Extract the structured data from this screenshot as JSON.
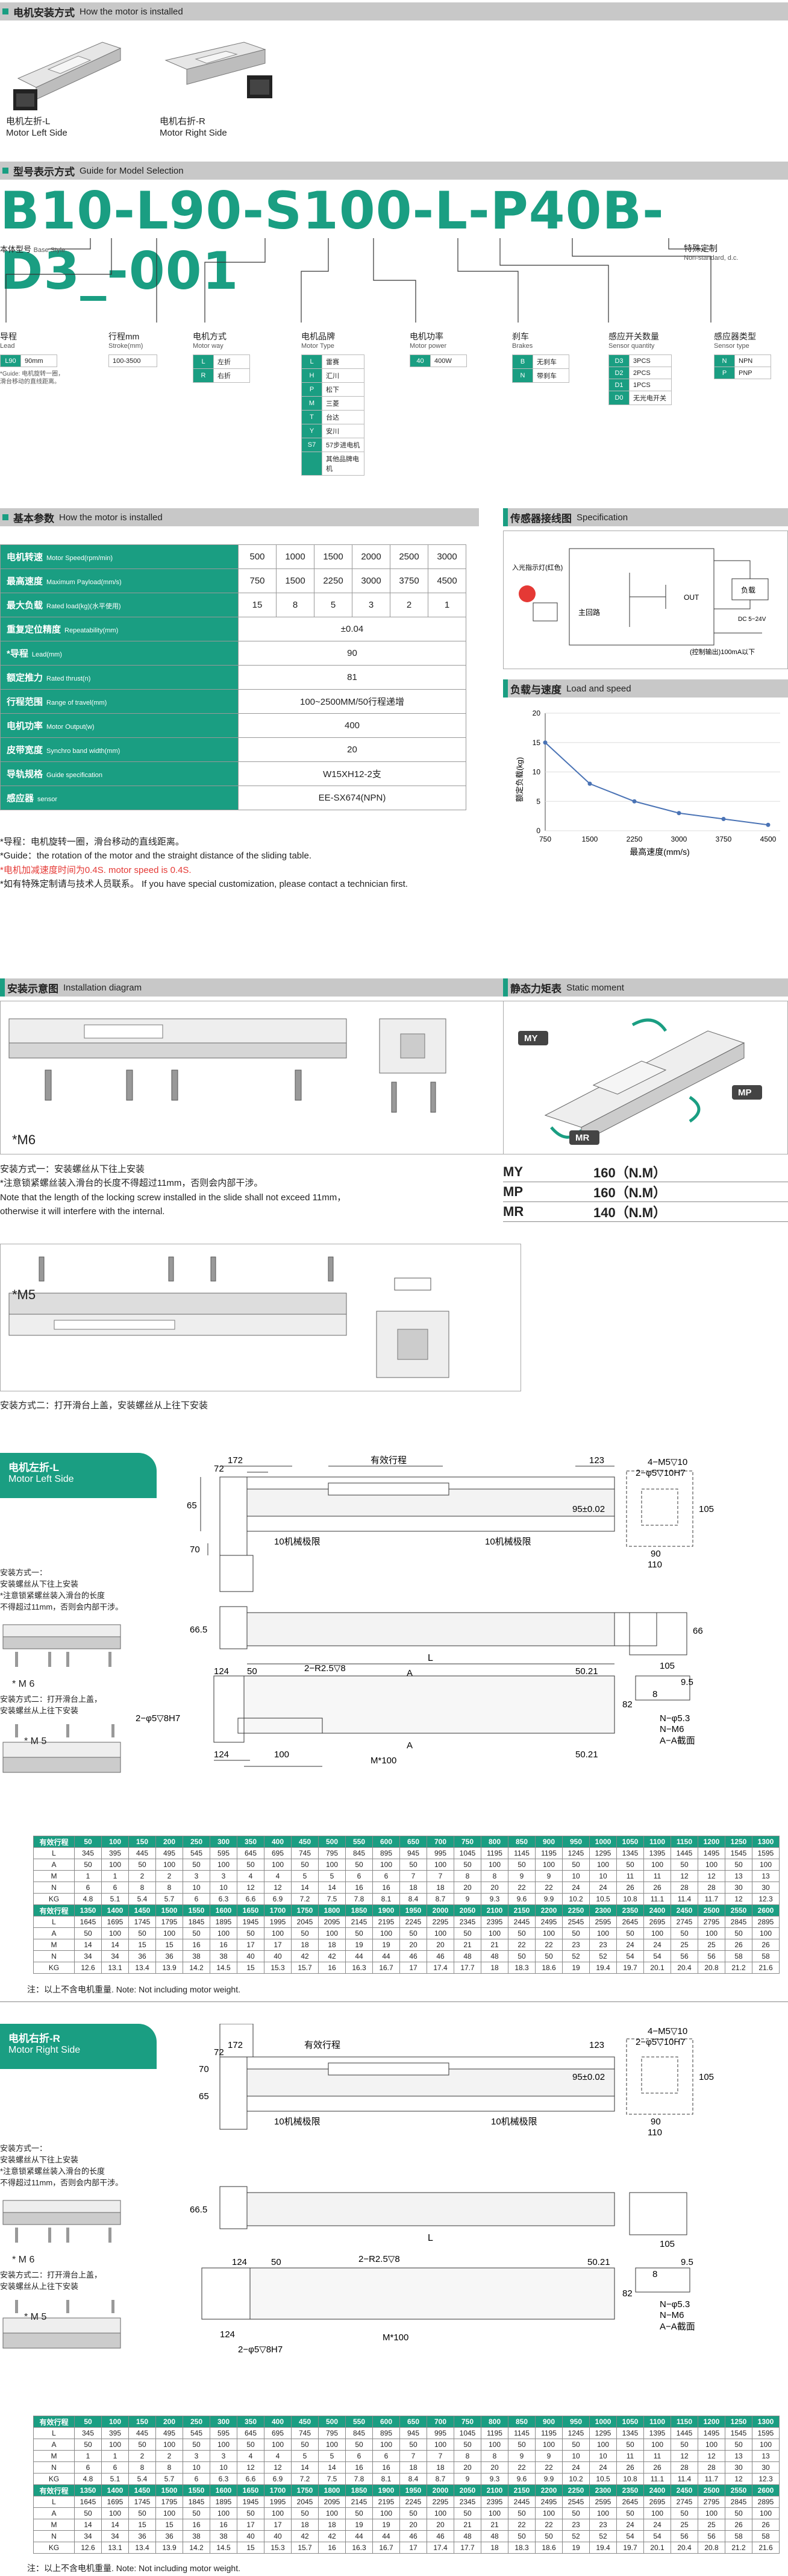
{
  "colors": {
    "accent": "#1a9e82",
    "header_bg": "#c8c8c8",
    "red": "#e53935"
  },
  "sec1": {
    "title_cn": "电机安装方式",
    "title_en": "How the motor is installed",
    "left_cn": "电机左折-L",
    "left_en": "Motor Left Side",
    "right_cn": "电机右折-R",
    "right_en": "Motor Right Side"
  },
  "sec2": {
    "title_cn": "型号表示方式",
    "title_en": "Guide for Model Selection",
    "model": "B10-L90-S100-L-P40B-D3_-001",
    "base_cn": "本体型号",
    "base_en": "Base Style",
    "special_cn": "特殊定制",
    "special_en": "Non-standard, d.c.",
    "lead_cn": "导程",
    "lead_en": "Lead",
    "lead_opts": [
      [
        "L90",
        "90mm"
      ]
    ],
    "lead_note": "*Guide: 电机旋转一圈，滑台移动的直线距离。",
    "stroke_cn": "行程mm",
    "stroke_en": "Stroke(mm)",
    "stroke_opt": "100-3500",
    "way_cn": "电机方式",
    "way_en": "Motor way",
    "way_opts": [
      [
        "L",
        "左折"
      ],
      [
        "R",
        "右折"
      ]
    ],
    "type_cn": "电机品牌",
    "type_en": "Motor Type",
    "type_opts": [
      [
        "L",
        "雷赛"
      ],
      [
        "H",
        "汇川"
      ],
      [
        "P",
        "松下"
      ],
      [
        "M",
        "三菱"
      ],
      [
        "T",
        "台达"
      ],
      [
        "Y",
        "安川"
      ],
      [
        "S7",
        "57步进电机"
      ],
      [
        "",
        "其他品牌电机"
      ]
    ],
    "power_cn": "电机功率",
    "power_en": "Motor power",
    "power_opts": [
      [
        "40",
        "400W"
      ]
    ],
    "brake_cn": "刹车",
    "brake_en": "Brakes",
    "brake_opts": [
      [
        "B",
        "无刹车"
      ],
      [
        "N",
        "带刹车"
      ]
    ],
    "sq_cn": "感应开关数量",
    "sq_en": "Sensor quantity",
    "sq_opts": [
      [
        "D3",
        "3PCS"
      ],
      [
        "D2",
        "2PCS"
      ],
      [
        "D1",
        "1PCS"
      ],
      [
        "D0",
        "无光电开关"
      ]
    ],
    "st_cn": "感应器类型",
    "st_en": "Sensor type",
    "st_opts": [
      [
        "N",
        "NPN"
      ],
      [
        "P",
        "PNP"
      ]
    ]
  },
  "sec3": {
    "title_cn": "基本参数",
    "title_en": "How the motor is installed",
    "rows": [
      {
        "k": "电机转速",
        "e": "Motor Speed(rpm/min)",
        "v": [
          "500",
          "1000",
          "1500",
          "2000",
          "2500",
          "3000"
        ]
      },
      {
        "k": "最高速度",
        "e": "Maximum Payload(mm/s)",
        "v": [
          "750",
          "1500",
          "2250",
          "3000",
          "3750",
          "4500"
        ]
      },
      {
        "k": "最大负载",
        "e": "Rated load(kg)(水平使用)",
        "v": [
          "15",
          "8",
          "5",
          "3",
          "2",
          "1"
        ]
      },
      {
        "k": "重复定位精度",
        "e": "Repeatability(mm)",
        "span": "±0.04"
      },
      {
        "k": "*导程",
        "e": "Lead(mm)",
        "span": "90"
      },
      {
        "k": "额定推力",
        "e": "Rated thrust(n)",
        "span": "81"
      },
      {
        "k": "行程范围",
        "e": "Range of travel(mm)",
        "span": "100~2500MM/50行程递增"
      },
      {
        "k": "电机功率",
        "e": "Motor Output(w)",
        "span": "400"
      },
      {
        "k": "皮带宽度",
        "e": "Synchro band width(mm)",
        "span": "20"
      },
      {
        "k": "导轨规格",
        "e": "Guide specification",
        "span": "W15XH12-2支"
      },
      {
        "k": "感应器",
        "e": "sensor",
        "span": "EE-SX674(NPN)"
      }
    ],
    "note1": "*导程：电机旋转一圈，滑台移动的直线距离。",
    "note2": "*Guide：the rotation of the motor and the straight distance of the sliding table.",
    "note3": "*电机加减速度时间为0.4S.  motor speed is 0.4S.",
    "note4": "*如有特殊定制请与技术人员联系。 If you have special customization, please contact a technician first."
  },
  "sensor": {
    "title_cn": "传感器接线图",
    "title_en": "Specification",
    "led": "入光指示灯(红色)",
    "main": "主回路",
    "load": "负载",
    "out": "OUT",
    "dc": "DC 5~24V",
    "ctrl": "(控制输出)100mA以下"
  },
  "load": {
    "title_cn": "负载与速度",
    "title_en": "Load and speed"
  },
  "chart_data": {
    "type": "line",
    "x": [
      750,
      1500,
      2250,
      3000,
      3750,
      4500
    ],
    "y": [
      15,
      8,
      5,
      3,
      2,
      1
    ],
    "xlabel": "最高速度(mm/s)",
    "ylabel": "额定负载(kg)",
    "yticks": [
      0,
      5,
      10,
      15,
      20
    ],
    "ylim": [
      0,
      20
    ],
    "xlim": [
      750,
      4500
    ],
    "color": "#4a73b5"
  },
  "install": {
    "title_cn": "安装示意图",
    "title_en": "Installation diagram",
    "m6": "*M6",
    "m5": "*M5",
    "n1": "安装方式一：安装螺丝从下往上安装",
    "n2": "*注意锁紧螺丝装入滑台的长度不得超过11mm，否则会内部干涉。",
    "n3": "Note that the length of the locking screw installed in the slide shall not exceed 11mm，",
    "n4": "otherwise it will interfere with the internal.",
    "n5": "安装方式二：打开滑台上盖，安装螺丝从上往下安装"
  },
  "moment": {
    "title_cn": "静态力矩表",
    "title_en": "Static moment",
    "rows": [
      [
        "MY",
        "160（N.M）"
      ],
      [
        "MP",
        "160（N.M）"
      ],
      [
        "MR",
        "140（N.M）"
      ]
    ]
  },
  "left": {
    "t1": "电机左折-L",
    "t2": "Motor Left Side",
    "note": "注：以上不含电机重量. Note: Not including motor weight."
  },
  "right": {
    "t1": "电机右折-R",
    "t2": "Motor Right Side",
    "note": "注：以上不含电机重量. Note: Not including motor weight."
  },
  "side": {
    "a1": "安装方式一：",
    "a2": "安装螺丝从下往上安装",
    "a3": "*注意锁紧螺丝装入滑台的长度",
    "a4": "不得超过11mm，否则会内部干涉。",
    "b1": "安装方式二：打开滑台上盖，",
    "b2": "安装螺丝从上往下安装",
    "m6": "* M 6",
    "m5": "* M 5"
  },
  "dims": {
    "stroke": "有效行程",
    "d172": "172",
    "d72": "72",
    "d123": "123",
    "d65": "65",
    "d70": "70",
    "lim": "10机械极限",
    "holes1": "4−M5▽10",
    "holes2": "2−φ5▽10H7",
    "d95": "95±0.02",
    "d105": "105",
    "d90": "90",
    "d110": "110",
    "d66": "66.5",
    "d66r": "66",
    "L": "L",
    "d124": "124",
    "d50": "50",
    "r25": "2−R2.5▽8",
    "aa": "A",
    "d5021": "50.21",
    "d82": "82",
    "d8h7": "2−φ5▽8H7",
    "d100": "100",
    "m100": "M*100",
    "d95s": "9.5",
    "d8": "8",
    "n53": "N−φ5.3",
    "nm6": "N−M6",
    "sect": "A−A截面"
  },
  "dt": {
    "labels": [
      "有效行程",
      "L",
      "A",
      "M",
      "N",
      "KG"
    ],
    "r1": {
      "s": [
        "50",
        "100",
        "150",
        "200",
        "250",
        "300",
        "350",
        "400",
        "450",
        "500",
        "550",
        "600",
        "650",
        "700",
        "750",
        "800",
        "850",
        "900",
        "950",
        "1000",
        "1050",
        "1100",
        "1150",
        "1200",
        "1250",
        "1300"
      ],
      "L": [
        "345",
        "395",
        "445",
        "495",
        "545",
        "595",
        "645",
        "695",
        "745",
        "795",
        "845",
        "895",
        "945",
        "995",
        "1045",
        "1195",
        "1145",
        "1195",
        "1245",
        "1295",
        "1345",
        "1395",
        "1445",
        "1495",
        "1545",
        "1595"
      ],
      "A": [
        "50",
        "100",
        "50",
        "100",
        "50",
        "100",
        "50",
        "100",
        "50",
        "100",
        "50",
        "100",
        "50",
        "100",
        "50",
        "100",
        "50",
        "100",
        "50",
        "100",
        "50",
        "100",
        "50",
        "100",
        "50",
        "100"
      ],
      "M": [
        "1",
        "1",
        "2",
        "2",
        "3",
        "3",
        "4",
        "4",
        "5",
        "5",
        "6",
        "6",
        "7",
        "7",
        "8",
        "8",
        "9",
        "9",
        "10",
        "10",
        "11",
        "11",
        "12",
        "12",
        "13",
        "13"
      ],
      "N": [
        "6",
        "6",
        "8",
        "8",
        "10",
        "10",
        "12",
        "12",
        "14",
        "14",
        "16",
        "16",
        "18",
        "18",
        "20",
        "20",
        "22",
        "22",
        "24",
        "24",
        "26",
        "26",
        "28",
        "28",
        "30",
        "30"
      ],
      "KG": [
        "4.8",
        "5.1",
        "5.4",
        "5.7",
        "6",
        "6.3",
        "6.6",
        "6.9",
        "7.2",
        "7.5",
        "7.8",
        "8.1",
        "8.4",
        "8.7",
        "9",
        "9.3",
        "9.6",
        "9.9",
        "10.2",
        "10.5",
        "10.8",
        "11.1",
        "11.4",
        "11.7",
        "12",
        "12.3"
      ]
    },
    "r2": {
      "s": [
        "1350",
        "1400",
        "1450",
        "1500",
        "1550",
        "1600",
        "1650",
        "1700",
        "1750",
        "1800",
        "1850",
        "1900",
        "1950",
        "2000",
        "2050",
        "2100",
        "2150",
        "2200",
        "2250",
        "2300",
        "2350",
        "2400",
        "2450",
        "2500",
        "2550",
        "2600"
      ],
      "L": [
        "1645",
        "1695",
        "1745",
        "1795",
        "1845",
        "1895",
        "1945",
        "1995",
        "2045",
        "2095",
        "2145",
        "2195",
        "2245",
        "2295",
        "2345",
        "2395",
        "2445",
        "2495",
        "2545",
        "2595",
        "2645",
        "2695",
        "2745",
        "2795",
        "2845",
        "2895"
      ],
      "A": [
        "50",
        "100",
        "50",
        "100",
        "50",
        "100",
        "50",
        "100",
        "50",
        "100",
        "50",
        "100",
        "50",
        "100",
        "50",
        "100",
        "50",
        "100",
        "50",
        "100",
        "50",
        "100",
        "50",
        "100",
        "50",
        "100"
      ],
      "M": [
        "14",
        "14",
        "15",
        "15",
        "16",
        "16",
        "17",
        "17",
        "18",
        "18",
        "19",
        "19",
        "20",
        "20",
        "21",
        "21",
        "22",
        "22",
        "23",
        "23",
        "24",
        "24",
        "25",
        "25",
        "26",
        "26"
      ],
      "N": [
        "34",
        "34",
        "36",
        "36",
        "38",
        "38",
        "40",
        "40",
        "42",
        "42",
        "44",
        "44",
        "46",
        "46",
        "48",
        "48",
        "50",
        "50",
        "52",
        "52",
        "54",
        "54",
        "56",
        "56",
        "58",
        "58"
      ],
      "KG": [
        "12.6",
        "13.1",
        "13.4",
        "13.9",
        "14.2",
        "14.5",
        "15",
        "15.3",
        "15.7",
        "16",
        "16.3",
        "16.7",
        "17",
        "17.4",
        "17.7",
        "18",
        "18.3",
        "18.6",
        "19",
        "19.4",
        "19.7",
        "20.1",
        "20.4",
        "20.8",
        "21.2",
        "21.6"
      ]
    }
  }
}
